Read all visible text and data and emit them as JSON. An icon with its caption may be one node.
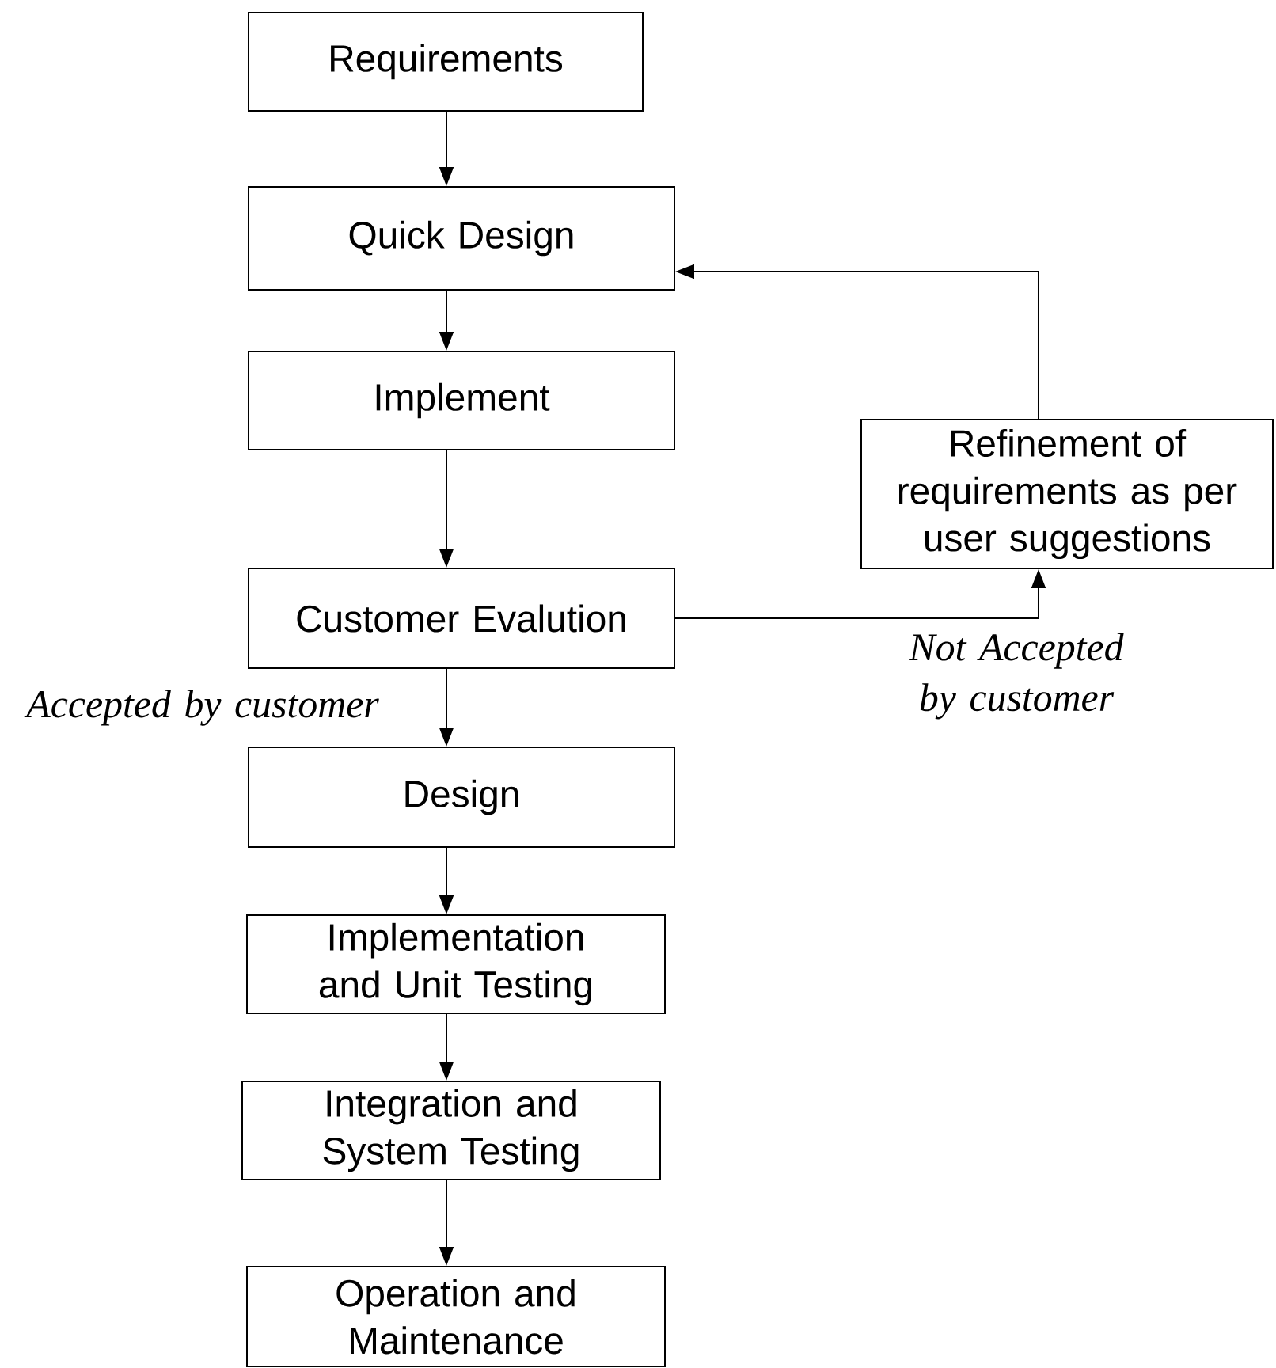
{
  "diagram": {
    "nodes": [
      {
        "text": [
          "Requirements"
        ]
      },
      {
        "text": [
          "Quick Design"
        ]
      },
      {
        "text": [
          "Implement"
        ]
      },
      {
        "text": [
          "Customer Evalution"
        ]
      },
      {
        "text": [
          "Refinement of requirements as per user suggestions"
        ]
      },
      {
        "text": [
          "Design"
        ]
      },
      {
        "text": [
          "Implementation and Unit Testing"
        ]
      },
      {
        "text": [
          "Integration and System Testing"
        ]
      },
      {
        "text": [
          "Operation and Maintenance"
        ]
      }
    ],
    "edges": [
      {
        "from": 0,
        "to": 1,
        "arrow": "to"
      },
      {
        "from": 1,
        "to": 2,
        "arrow": "to"
      },
      {
        "from": 2,
        "to": 3,
        "arrow": "to"
      },
      {
        "from": 3,
        "to": 4,
        "arrow": "to",
        "label": "Not Accepted by customer"
      },
      {
        "from": 4,
        "to": 1,
        "arrow": "to"
      },
      {
        "from": 3,
        "to": 5,
        "arrow": "to",
        "label": "Accepted by customer"
      },
      {
        "from": 5,
        "to": 6,
        "arrow": "to"
      },
      {
        "from": 6,
        "to": 7,
        "arrow": "to"
      },
      {
        "from": 7,
        "to": 8,
        "arrow": "to"
      }
    ]
  }
}
